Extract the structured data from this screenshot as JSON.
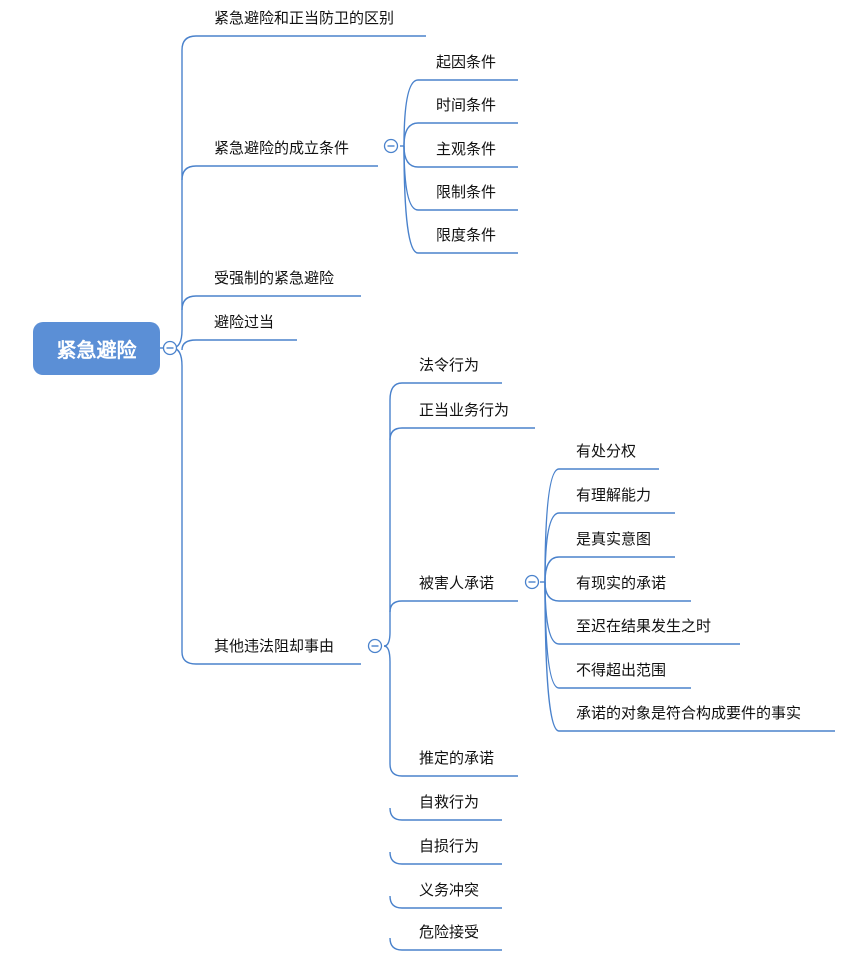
{
  "colors": {
    "root_fill": "#5b8fd6",
    "line": "#4a82cc",
    "text": "#111111",
    "background": "#ffffff"
  },
  "root": {
    "label": "紧急避险",
    "collapse_icon": "minus-circle-icon"
  },
  "branches": {
    "difference": {
      "label": "紧急避险和正当防卫的区别"
    },
    "conditions": {
      "label": "紧急避险的成立条件",
      "collapse_icon": "minus-circle-icon",
      "children": [
        {
          "label": "起因条件"
        },
        {
          "label": "时间条件"
        },
        {
          "label": "主观条件"
        },
        {
          "label": "限制条件"
        },
        {
          "label": "限度条件"
        }
      ]
    },
    "forced": {
      "label": "受强制的紧急避险"
    },
    "excess": {
      "label": "避险过当"
    },
    "other_grounds": {
      "label": "其他违法阻却事由",
      "collapse_icon": "minus-circle-icon",
      "children": [
        {
          "label": "法令行为"
        },
        {
          "label": "正当业务行为"
        },
        {
          "label": "被害人承诺",
          "collapse_icon": "minus-circle-icon",
          "children": [
            {
              "label": "有处分权"
            },
            {
              "label": "有理解能力"
            },
            {
              "label": "是真实意图"
            },
            {
              "label": "有现实的承诺"
            },
            {
              "label": "至迟在结果发生之时"
            },
            {
              "label": "不得超出范围"
            },
            {
              "label": "承诺的对象是符合构成要件的事实"
            }
          ]
        },
        {
          "label": "推定的承诺"
        },
        {
          "label": "自救行为"
        },
        {
          "label": "自损行为"
        },
        {
          "label": "义务冲突"
        },
        {
          "label": "危险接受"
        }
      ]
    }
  }
}
